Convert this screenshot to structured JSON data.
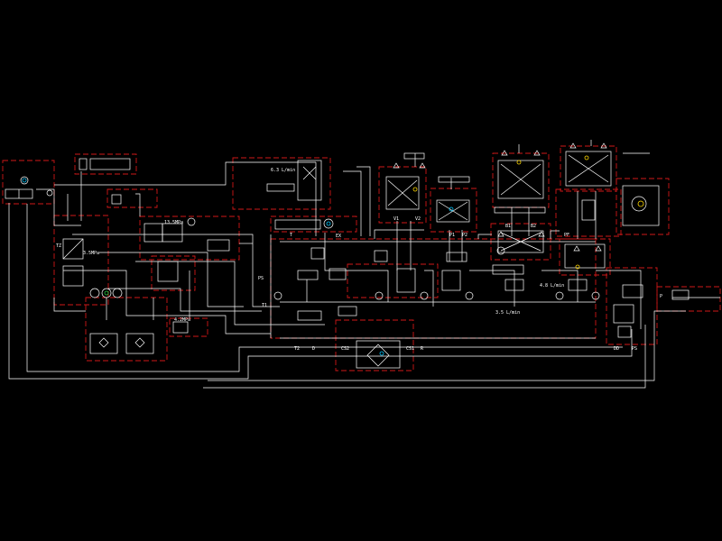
{
  "diagram": {
    "colors": {
      "background": "#000000",
      "line": "#ffffff",
      "dashed_box": "#d01818",
      "accent_yellow": "#ffd800",
      "accent_cyan": "#00c8ff",
      "accent_green": "#20d040"
    },
    "labels": {
      "press_left": "TZ",
      "port_ps": "PS",
      "port_t1": "T1",
      "port_t2": "T2",
      "port_ex": "EX",
      "port_p": "P",
      "port_t": "T",
      "port_pf": "PF",
      "port_ps2": "PS",
      "port_cs2": "CS2",
      "port_cs1": "CS1",
      "port_p1": "P1",
      "port_p2": "P2",
      "pressure_a": "3.5MPa",
      "pressure_b": "13.5MPa",
      "pressure_c": "4.2MPa",
      "flow_a": "3.5 L/min",
      "flow_b": "4.8 L/min",
      "flow_c": "6.3 L/min",
      "valve_v1": "V1",
      "valve_v2": "V2",
      "valve_b1": "B1",
      "valve_b2": "B2",
      "port_d": "D",
      "port_dd": "DD",
      "port_r": "R"
    }
  }
}
